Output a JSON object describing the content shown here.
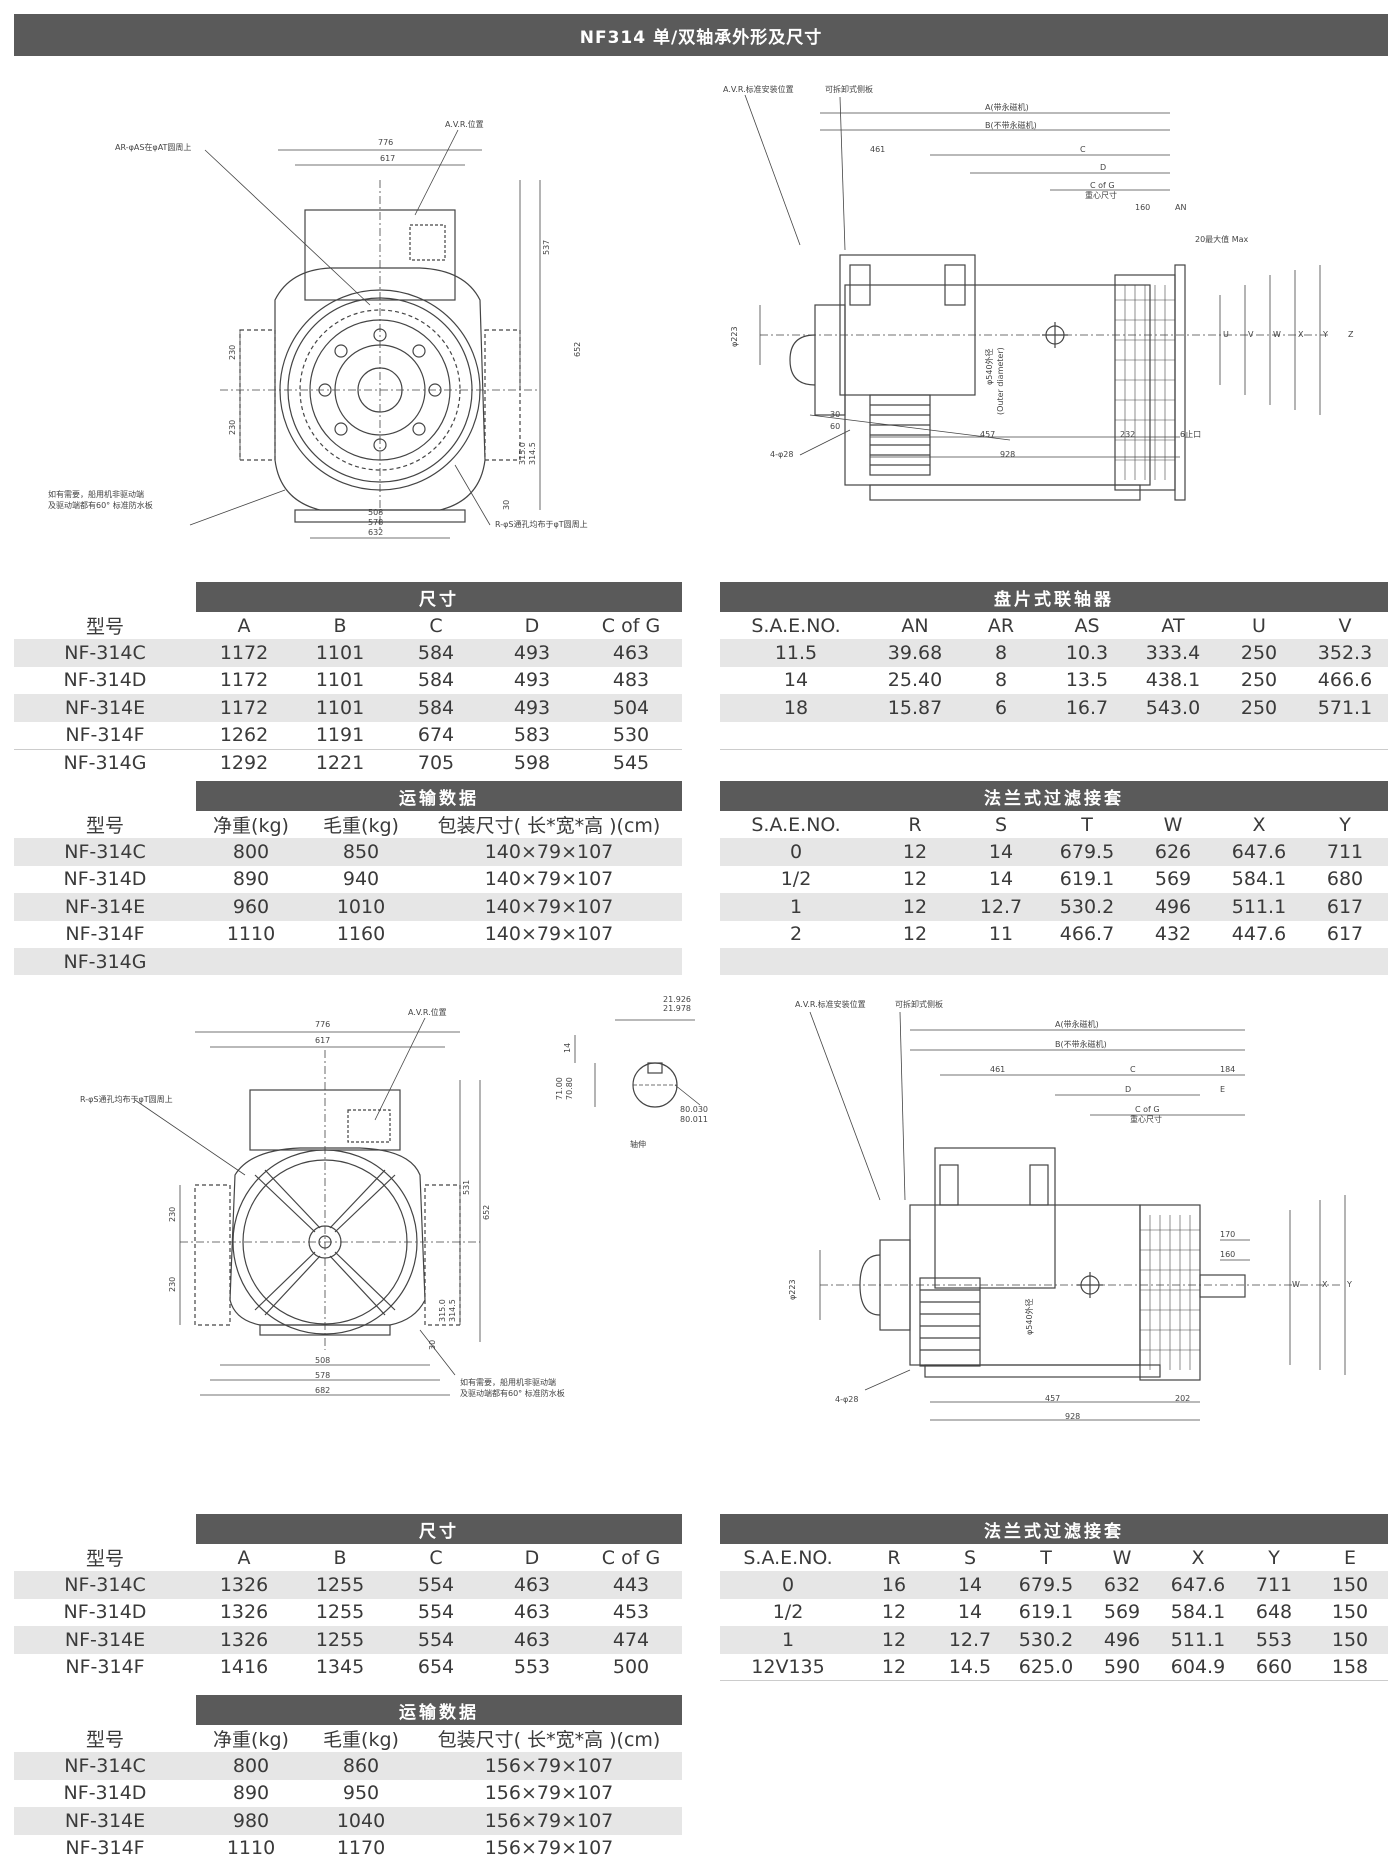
{
  "page_title": "NF314 单/双轴承外形及尺寸",
  "drawing1": {
    "label_asat": "AR-φAS在φAT圆周上",
    "label_avr": "A.V.R.位置",
    "label_rs": "R-φS通孔均布于φT圆周上",
    "note": [
      "如有需要，船用机非驱动端",
      "及驱动端都有60° 标准防水板"
    ],
    "dims": {
      "w776": "776",
      "w617": "617",
      "h537": "537",
      "h652": "652",
      "h230a": "230",
      "h230b": "230",
      "h3150": "315.0",
      "h3145": "314.5",
      "h30": "30",
      "w508": "508",
      "w578": "578",
      "w632": "632"
    }
  },
  "drawing2": {
    "label_avr": "A.V.R.标准安装位置",
    "label_cover": "可拆卸式侧板",
    "label_a": "A(带永磁机)",
    "label_b": "B(不带永磁机)",
    "label_cog": "C of G",
    "label_cog_sub": "重心尺寸",
    "label_an": "AN",
    "label_max": "20最大值 Max",
    "label_stop": "6止口",
    "label_hole": "4-φ28",
    "label_out": "φ540外径",
    "label_out2": "(Outer diameter)",
    "dims": {
      "w461": "461",
      "w160": "160",
      "w457": "457",
      "w232": "232",
      "w928": "928",
      "w30": "30",
      "w60": "60",
      "d223": "φ223",
      "c": "C",
      "d": "D",
      "u": "U",
      "v": "V",
      "w": "W",
      "x": "X",
      "y": "Y",
      "z": "Z"
    }
  },
  "drawing3": {
    "label_avr": "A.V.R.位置",
    "label_rs": "R-φS通孔均布于φT圆周上",
    "note": [
      "如有需要，船用机非驱动端",
      "及驱动端都有60° 标准防水板"
    ],
    "dims": {
      "w776": "776",
      "w617": "617",
      "h531": "531",
      "h652": "652",
      "h230a": "230",
      "h230b": "230",
      "h3150": "315.0",
      "h3145": "314.5",
      "h30": "30",
      "w508": "508",
      "w578": "578",
      "w682": "682"
    }
  },
  "drawing_shaft": {
    "d1": "21.926",
    "d2": "21.978",
    "h14": "14",
    "h71a": "71.00",
    "h71b": "70.80",
    "d80a": "80.030",
    "d80b": "80.011",
    "caption": "轴伸"
  },
  "drawing4": {
    "label_avr": "A.V.R.标准安装位置",
    "label_cover": "可拆卸式侧板",
    "label_a": "A(带永磁机)",
    "label_b": "B(不带永磁机)",
    "label_cog": "C of G",
    "label_cog_sub": "重心尺寸",
    "label_hole": "4-φ28",
    "label_out": "φ540外径",
    "dims": {
      "w461": "461",
      "w184": "184",
      "c": "C",
      "d": "D",
      "e": "E",
      "w170": "170",
      "w160": "160",
      "w457": "457",
      "w202": "202",
      "w928": "928",
      "d223": "φ223",
      "w": "W",
      "x": "X",
      "y": "Y"
    }
  },
  "table_dim1": {
    "title": "尺寸",
    "headers": [
      "型号",
      "A",
      "B",
      "C",
      "D",
      "C of G"
    ],
    "rows": [
      [
        "NF-314C",
        "1172",
        "1101",
        "584",
        "493",
        "463"
      ],
      [
        "NF-314D",
        "1172",
        "1101",
        "584",
        "493",
        "483"
      ],
      [
        "NF-314E",
        "1172",
        "1101",
        "584",
        "493",
        "504"
      ],
      [
        "NF-314F",
        "1262",
        "1191",
        "674",
        "583",
        "530"
      ],
      [
        "NF-314G",
        "1292",
        "1221",
        "705",
        "598",
        "545"
      ]
    ]
  },
  "table_coupling": {
    "title": "盘片式联轴器",
    "headers": [
      "S.A.E.NO.",
      "AN",
      "AR",
      "AS",
      "AT",
      "U",
      "V"
    ],
    "rows": [
      [
        "11.5",
        "39.68",
        "8",
        "10.3",
        "333.4",
        "250",
        "352.3"
      ],
      [
        "14",
        "25.40",
        "8",
        "13.5",
        "438.1",
        "250",
        "466.6"
      ],
      [
        "18",
        "15.87",
        "6",
        "16.7",
        "543.0",
        "250",
        "571.1"
      ],
      [
        "",
        "",
        "",
        "",
        "",
        "",
        ""
      ],
      [
        "",
        "",
        "",
        "",
        "",
        "",
        ""
      ]
    ]
  },
  "table_ship1": {
    "title": "运输数据",
    "headers": [
      "型号",
      "净重(kg)",
      "毛重(kg)",
      "包装尺寸( 长*宽*高 )(cm)"
    ],
    "rows": [
      [
        "NF-314C",
        "800",
        "850",
        "140×79×107"
      ],
      [
        "NF-314D",
        "890",
        "940",
        "140×79×107"
      ],
      [
        "NF-314E",
        "960",
        "1010",
        "140×79×107"
      ],
      [
        "NF-314F",
        "1110",
        "1160",
        "140×79×107"
      ],
      [
        "NF-314G",
        "",
        "",
        ""
      ]
    ]
  },
  "table_flange1": {
    "title": "法兰式过滤接套",
    "headers": [
      "S.A.E.NO.",
      "R",
      "S",
      "T",
      "W",
      "X",
      "Y"
    ],
    "rows": [
      [
        "0",
        "12",
        "14",
        "679.5",
        "626",
        "647.6",
        "711"
      ],
      [
        "1/2",
        "12",
        "14",
        "619.1",
        "569",
        "584.1",
        "680"
      ],
      [
        "1",
        "12",
        "12.7",
        "530.2",
        "496",
        "511.1",
        "617"
      ],
      [
        "2",
        "12",
        "11",
        "466.7",
        "432",
        "447.6",
        "617"
      ],
      [
        "",
        "",
        "",
        "",
        "",
        "",
        ""
      ]
    ]
  },
  "table_dim2": {
    "title": "尺寸",
    "headers": [
      "型号",
      "A",
      "B",
      "C",
      "D",
      "C of G"
    ],
    "rows": [
      [
        "NF-314C",
        "1326",
        "1255",
        "554",
        "463",
        "443"
      ],
      [
        "NF-314D",
        "1326",
        "1255",
        "554",
        "463",
        "453"
      ],
      [
        "NF-314E",
        "1326",
        "1255",
        "554",
        "463",
        "474"
      ],
      [
        "NF-314F",
        "1416",
        "1345",
        "654",
        "553",
        "500"
      ]
    ]
  },
  "table_flange2": {
    "title": "法兰式过滤接套",
    "headers": [
      "S.A.E.NO.",
      "R",
      "S",
      "T",
      "W",
      "X",
      "Y",
      "E"
    ],
    "rows": [
      [
        "0",
        "16",
        "14",
        "679.5",
        "632",
        "647.6",
        "711",
        "150"
      ],
      [
        "1/2",
        "12",
        "14",
        "619.1",
        "569",
        "584.1",
        "648",
        "150"
      ],
      [
        "1",
        "12",
        "12.7",
        "530.2",
        "496",
        "511.1",
        "553",
        "150"
      ],
      [
        "12V135",
        "12",
        "14.5",
        "625.0",
        "590",
        "604.9",
        "660",
        "158"
      ]
    ]
  },
  "table_ship2": {
    "title": "运输数据",
    "headers": [
      "型号",
      "净重(kg)",
      "毛重(kg)",
      "包装尺寸( 长*宽*高 )(cm)"
    ],
    "rows": [
      [
        "NF-314C",
        "800",
        "860",
        "156×79×107"
      ],
      [
        "NF-314D",
        "890",
        "950",
        "156×79×107"
      ],
      [
        "NF-314E",
        "980",
        "1040",
        "156×79×107"
      ],
      [
        "NF-314F",
        "1110",
        "1170",
        "156×79×107"
      ]
    ]
  }
}
